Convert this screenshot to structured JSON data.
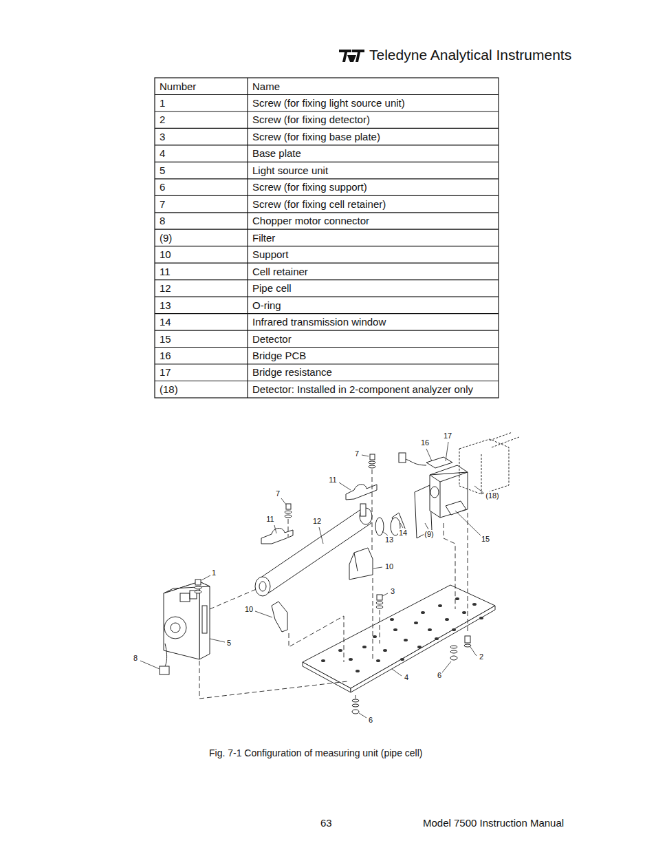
{
  "diagram": {
    "caption": "Fig. 7-1 Configuration of measuring unit (pipe cell)",
    "labels": [
      "Teledyne Analytical Instruments",
      "Number",
      "Name",
      "1",
      "Screw (for fixing light source unit)",
      "2",
      "Screw (for fixing detector)",
      "3",
      "Screw (for fixing base plate)",
      "4",
      "Base plate",
      "5",
      "Light source unit",
      "6",
      "Screw (for fixing support)",
      "7",
      "Screw (for fixing cell retainer)",
      "8",
      "Chopper motor connector",
      "(9)",
      "Filter",
      "10",
      "Support",
      "11",
      "Cell retainer",
      "12",
      "Pipe cell",
      "13",
      "O-ring",
      "14",
      "Infrared transmission window",
      "15",
      "Detector",
      "16",
      "Bridge PCB",
      "17",
      "Bridge resistance",
      "(18)",
      "Detector: Installed in 2-component analyzer only",
      "7",
      "11",
      "7",
      "11",
      "12",
      "16",
      "17",
      "(18)",
      "13",
      "14",
      "(9)",
      "15",
      "10",
      "1",
      "3",
      "10",
      "5",
      "8",
      "2",
      "6",
      "4",
      "6",
      "63",
      "Model 7500 Instruction Manual"
    ]
  }
}
